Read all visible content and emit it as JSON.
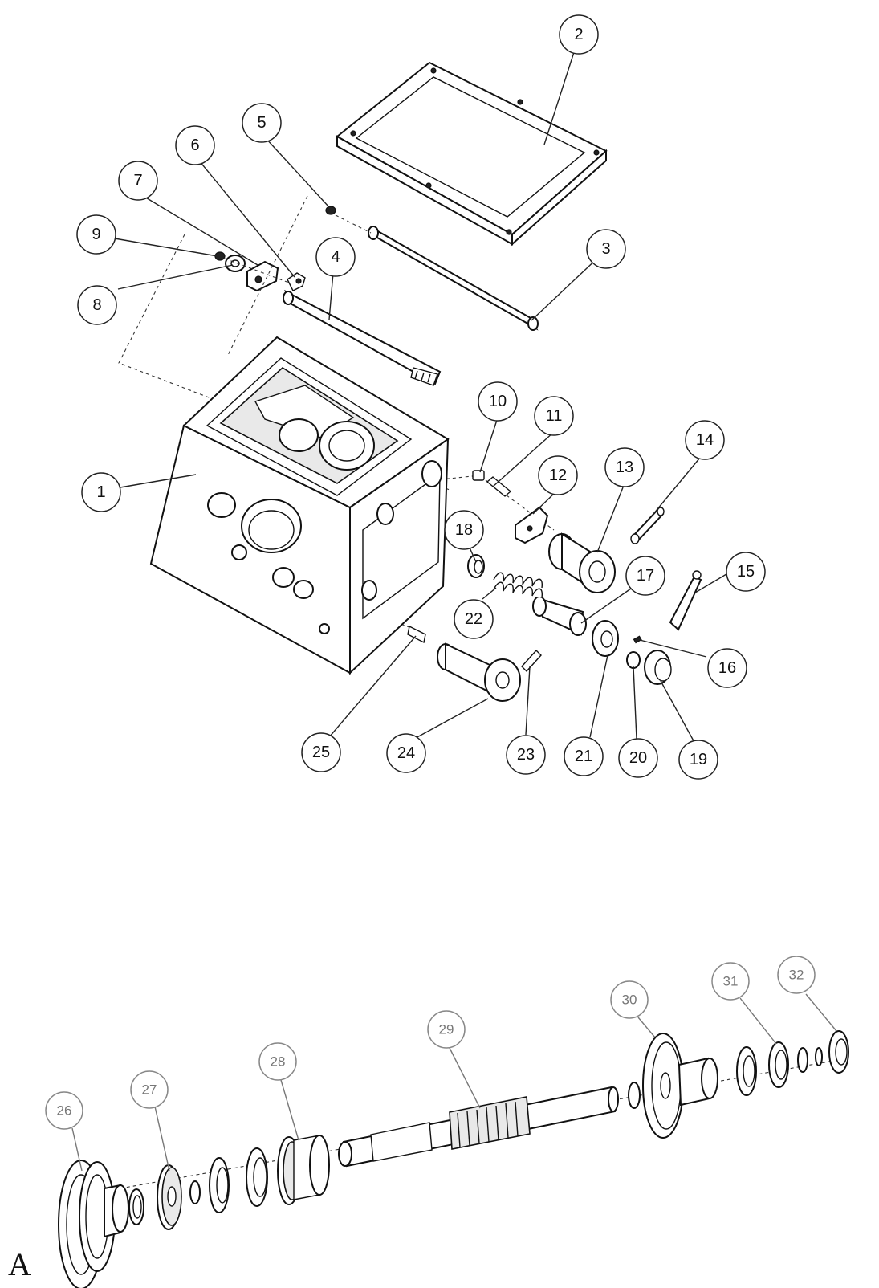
{
  "section_label": "A",
  "upper_callouts": [
    {
      "id": "c1",
      "label": "1"
    },
    {
      "id": "c2",
      "label": "2"
    },
    {
      "id": "c3",
      "label": "3"
    },
    {
      "id": "c4",
      "label": "4"
    },
    {
      "id": "c5",
      "label": "5"
    },
    {
      "id": "c6",
      "label": "6"
    },
    {
      "id": "c7",
      "label": "7"
    },
    {
      "id": "c8",
      "label": "8"
    },
    {
      "id": "c9",
      "label": "9"
    },
    {
      "id": "c10",
      "label": "10"
    },
    {
      "id": "c11",
      "label": "11"
    },
    {
      "id": "c12",
      "label": "12"
    },
    {
      "id": "c13",
      "label": "13"
    },
    {
      "id": "c14",
      "label": "14"
    },
    {
      "id": "c15",
      "label": "15"
    },
    {
      "id": "c16",
      "label": "16"
    },
    {
      "id": "c17",
      "label": "17"
    },
    {
      "id": "c18",
      "label": "18"
    },
    {
      "id": "c19",
      "label": "19"
    },
    {
      "id": "c20",
      "label": "20"
    },
    {
      "id": "c21",
      "label": "21"
    },
    {
      "id": "c22",
      "label": "22"
    },
    {
      "id": "c23",
      "label": "23"
    },
    {
      "id": "c24",
      "label": "24"
    },
    {
      "id": "c25",
      "label": "25"
    }
  ],
  "lower_callouts": [
    {
      "id": "c26",
      "label": "26"
    },
    {
      "id": "c27",
      "label": "27"
    },
    {
      "id": "c28",
      "label": "28"
    },
    {
      "id": "c29",
      "label": "29"
    },
    {
      "id": "c30",
      "label": "30"
    },
    {
      "id": "c31",
      "label": "31"
    },
    {
      "id": "c32",
      "label": "32"
    }
  ]
}
